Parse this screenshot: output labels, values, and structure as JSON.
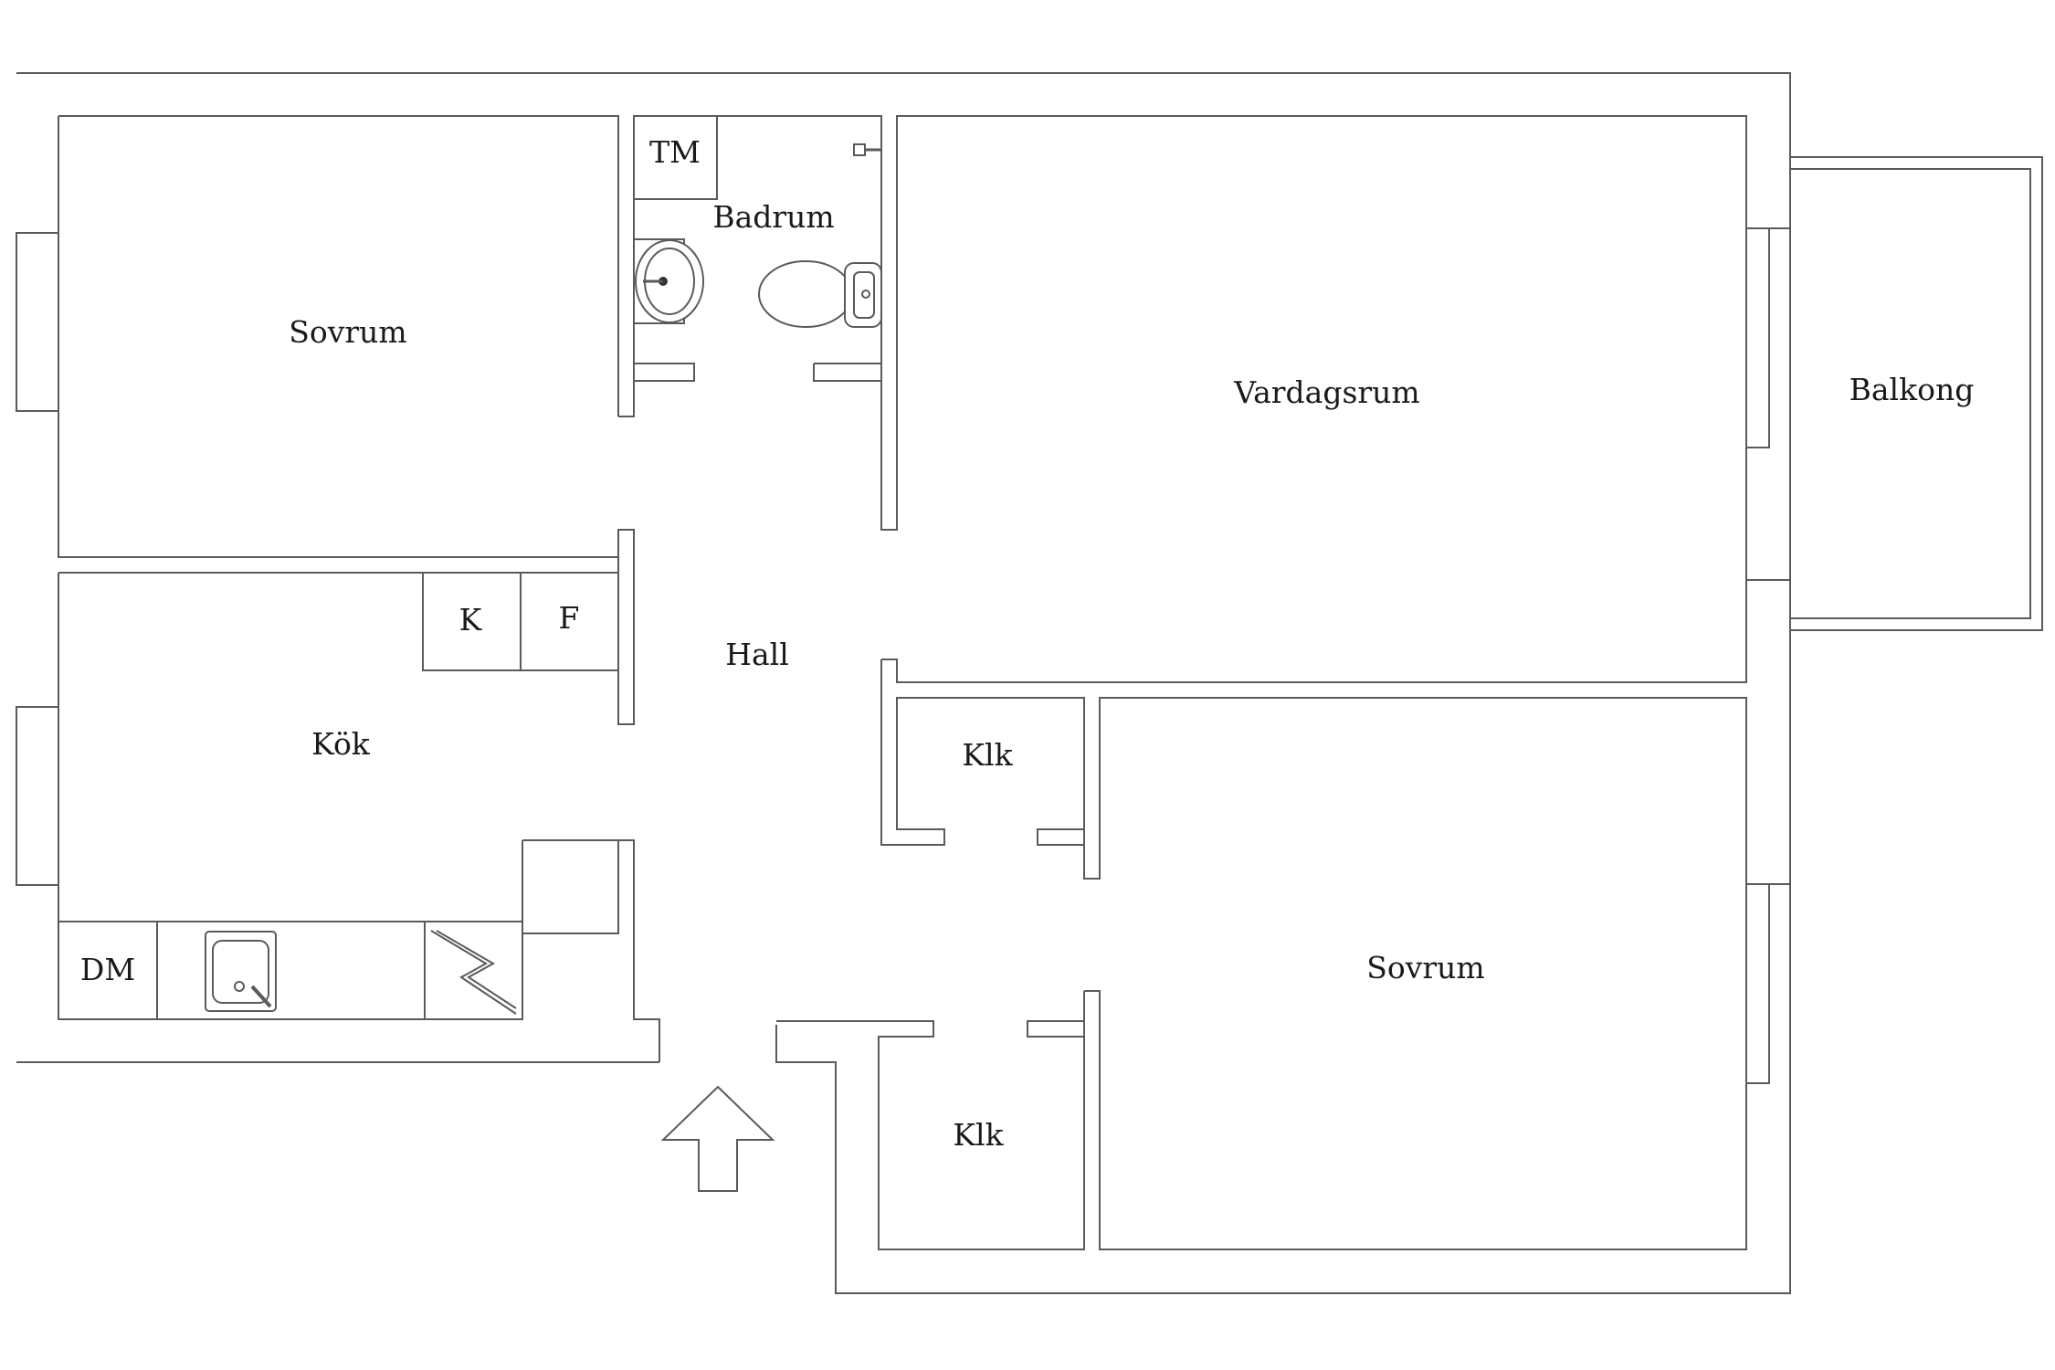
{
  "rooms": {
    "sovrum_top": "Sovrum",
    "badrum": "Badrum",
    "tm": "TM",
    "vardagsrum": "Vardagsrum",
    "balkong": "Balkong",
    "kok": "Kök",
    "k": "K",
    "f": "F",
    "hall": "Hall",
    "dm": "DM",
    "klk_upper": "Klk",
    "klk_lower": "Klk",
    "sovrum_bottom": "Sovrum"
  },
  "icons": {
    "entrance": "entrance-arrow-icon",
    "sink_bath": "washbasin-icon",
    "toilet": "toilet-icon",
    "sink_kitchen": "kitchen-sink-icon",
    "stove": "stove-icon",
    "tap": "tap-icon"
  },
  "colors": {
    "wall": "#5a5a5a",
    "text": "#1a1a1a",
    "background": "#ffffff"
  }
}
